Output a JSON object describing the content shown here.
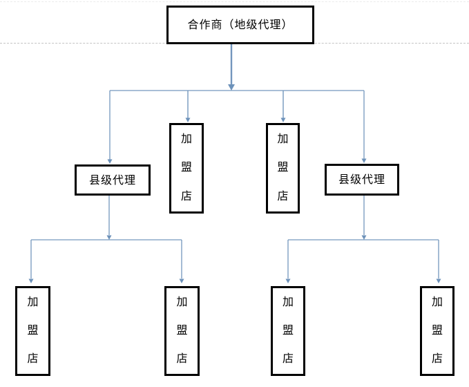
{
  "diagram": {
    "type": "org-chart",
    "nodes": {
      "root": "合作商（地级代理）",
      "county_left": "县级代理",
      "county_right": "县级代理",
      "store_mid_left": "加盟店",
      "store_mid_right": "加盟店",
      "store_bottom_1": "加盟店",
      "store_bottom_2": "加盟店",
      "store_bottom_3": "加盟店",
      "store_bottom_4": "加盟店"
    },
    "edges": [
      {
        "from": "root",
        "to": "county_left"
      },
      {
        "from": "root",
        "to": "store_mid_left"
      },
      {
        "from": "root",
        "to": "store_mid_right"
      },
      {
        "from": "root",
        "to": "county_right"
      },
      {
        "from": "county_left",
        "to": "store_bottom_1"
      },
      {
        "from": "county_left",
        "to": "store_bottom_2"
      },
      {
        "from": "county_right",
        "to": "store_bottom_3"
      },
      {
        "from": "county_right",
        "to": "store_bottom_4"
      }
    ],
    "colors": {
      "connector": "#7396bd",
      "arrowhead": "#6d92ba",
      "box_border": "#000000",
      "box_fill": "#ffffff",
      "dashed_line": "#c3c3c3",
      "background": "#ffffff"
    }
  }
}
